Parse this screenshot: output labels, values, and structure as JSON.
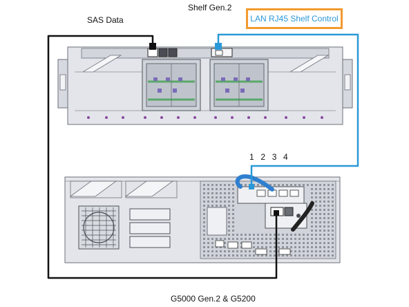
{
  "diagram": {
    "top_label": "Shelf Gen.2",
    "sas_label": "SAS Data",
    "lan_label": "LAN RJ45 Shelf Control",
    "bottom_label": "G5000 Gen.2 & G5200",
    "port_numbers": [
      "1",
      "2",
      "3",
      "4"
    ]
  },
  "colors": {
    "lan_box_border": "#f29a2e",
    "lan_text": "#2a98d8",
    "lan_cable": "#2a98d8",
    "sas_cable": "#111111",
    "chassis_fill": "#e3e5ea",
    "chassis_line": "#6b6f78",
    "purple_dot": "#8a4aa0",
    "green_stripe": "#5aa86a",
    "blue_handle": "#2e7fd0"
  }
}
